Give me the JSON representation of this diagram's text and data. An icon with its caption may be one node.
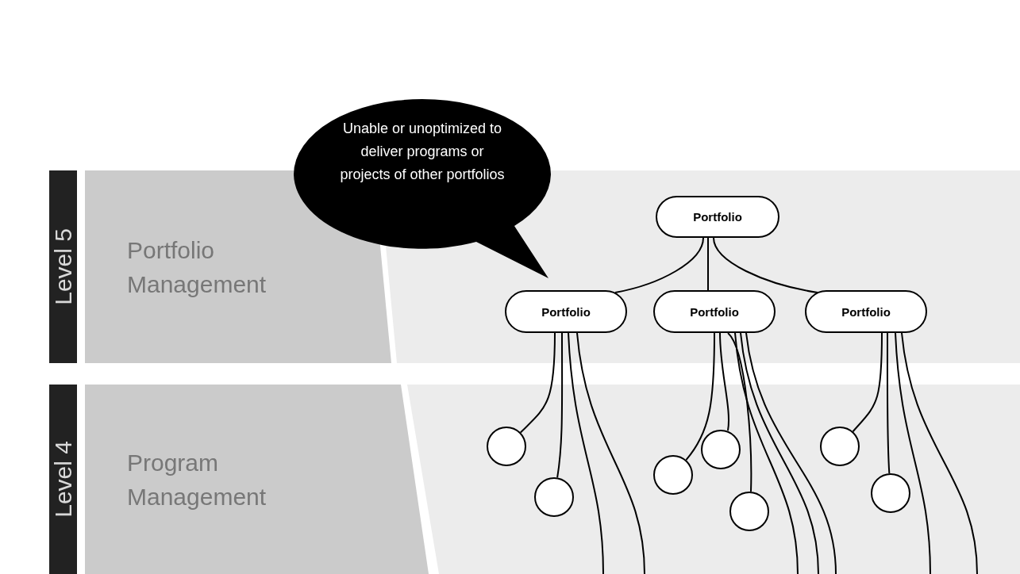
{
  "diagram": {
    "nodes": [
      {
        "text": [
          "Level 5"
        ]
      },
      {
        "text": [
          "Portfolio Management"
        ]
      },
      {
        "text": [
          "Level 4"
        ]
      },
      {
        "text": [
          "Program Management"
        ]
      },
      {
        "text": [
          "Unable or unoptimized to deliver programs or projects of other portfolios"
        ]
      },
      {
        "text": [
          "Portfolio"
        ]
      },
      {
        "text": [
          "Portfolio"
        ]
      },
      {
        "text": [
          "Portfolio"
        ]
      },
      {
        "text": [
          "Portfolio"
        ]
      },
      {
        "text": [],
        "shape": "circle"
      },
      {
        "text": [],
        "shape": "circle"
      },
      {
        "text": [],
        "shape": "circle"
      },
      {
        "text": [],
        "shape": "circle"
      },
      {
        "text": [],
        "shape": "circle"
      },
      {
        "text": [],
        "shape": "circle"
      },
      {
        "text": [],
        "shape": "circle"
      }
    ],
    "edges": [
      {
        "from": 5,
        "to": 6,
        "arrow": "none"
      },
      {
        "from": 5,
        "to": 7,
        "arrow": "none"
      },
      {
        "from": 5,
        "to": 8,
        "arrow": "none"
      },
      {
        "from": 6,
        "to": 9,
        "arrow": "none"
      },
      {
        "from": 6,
        "to": 10,
        "arrow": "none"
      },
      {
        "from": 6,
        "to": null,
        "arrow": "none"
      },
      {
        "from": 6,
        "to": null,
        "arrow": "none"
      },
      {
        "from": 7,
        "to": 11,
        "arrow": "none"
      },
      {
        "from": 7,
        "to": 12,
        "arrow": "none"
      },
      {
        "from": 7,
        "to": 13,
        "arrow": "none"
      },
      {
        "from": 7,
        "to": null,
        "arrow": "none"
      },
      {
        "from": 7,
        "to": null,
        "arrow": "none"
      },
      {
        "from": 7,
        "to": null,
        "arrow": "none"
      },
      {
        "from": 8,
        "to": 14,
        "arrow": "none"
      },
      {
        "from": 8,
        "to": 15,
        "arrow": "none"
      },
      {
        "from": 8,
        "to": null,
        "arrow": "none"
      },
      {
        "from": 8,
        "to": null,
        "arrow": "none"
      }
    ]
  }
}
